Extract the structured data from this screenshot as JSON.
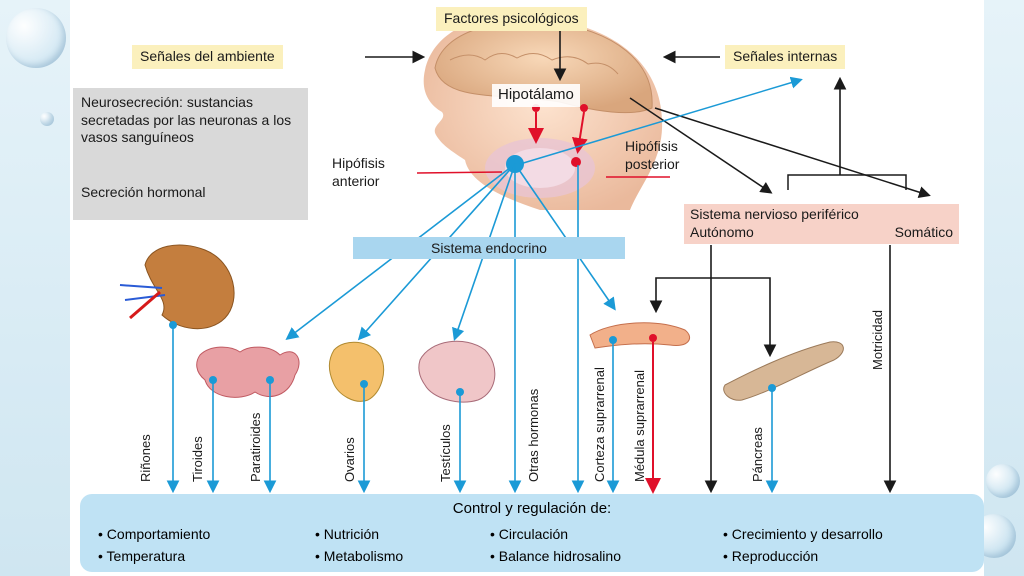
{
  "top": {
    "factores": "Factores psicológicos",
    "senales_ambiente": "Señales del ambiente",
    "senales_internas": "Señales internas",
    "hipotalamo": "Hipotálamo",
    "hipofisis_anterior": "Hipófisis anterior",
    "hipofisis_posterior": "Hipófisis posterior",
    "sistema_endocrino": "Sistema endocrino"
  },
  "legend": {
    "neurosecrecion": "Neurosecreción: sustancias secretadas por las neuronas a los vasos sanguíneos",
    "secrecion_hormonal": "Secreción hormonal"
  },
  "snp": {
    "title": "Sistema nervioso periférico",
    "autonomo": "Autónomo",
    "somatico": "Somático"
  },
  "targets": {
    "rinones": "Riñones",
    "tiroides": "Tiroides",
    "paratiroides": "Paratiroides",
    "ovarios": "Ovarios",
    "testiculos": "Testículos",
    "otras": "Otras hormonas",
    "corteza": "Corteza suprarrenal",
    "medula": "Médula suprarrenal",
    "pancreas": "Páncreas",
    "motricidad": "Motricidad"
  },
  "control": {
    "title": "Control y regulación de:",
    "items": [
      "• Comportamiento",
      "• Temperatura",
      "• Nutrición",
      "• Metabolismo",
      "• Circulación",
      "• Balance hidrosalino",
      "• Crecimiento y desarrollo",
      "• Reproducción"
    ]
  },
  "colors": {
    "blue": "#1b9ad6",
    "red": "#e0102a",
    "black": "#1a1a1a"
  }
}
